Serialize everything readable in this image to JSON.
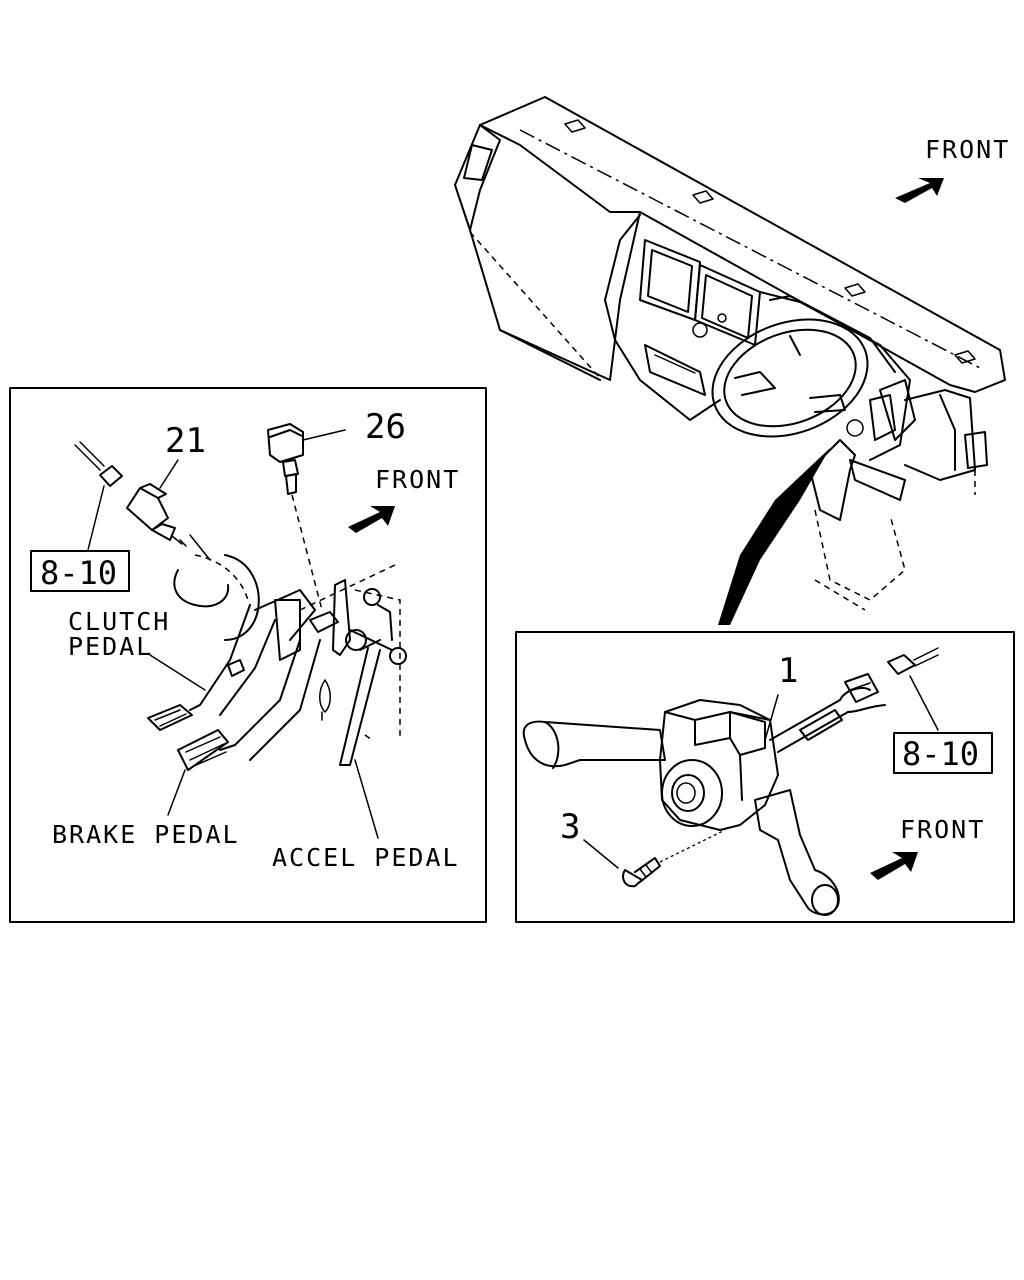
{
  "callouts": {
    "part_21": "21",
    "part_26": "26",
    "part_1": "1",
    "part_3": "3"
  },
  "labels": {
    "front_top": "FRONT",
    "front_left": "FRONT",
    "front_right": "FRONT",
    "clutch_pedal_line1": "CLUTCH",
    "clutch_pedal_line2": "PEDAL",
    "brake_pedal": "BRAKE PEDAL",
    "accel_pedal": "ACCEL PEDAL"
  },
  "references": {
    "left_ref": "8-10",
    "right_ref": "8-10"
  }
}
